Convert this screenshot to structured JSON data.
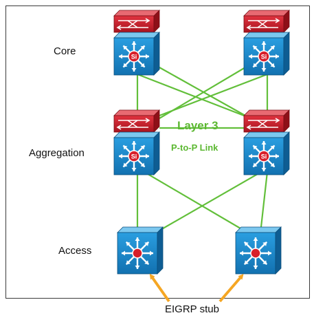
{
  "tiers": {
    "core": "Core",
    "aggregation": "Aggregation",
    "access": "Access"
  },
  "link_label": {
    "line1": "Layer 3",
    "line2": "P-to-P Link"
  },
  "note": "EIGRP stub",
  "devices": [
    {
      "tier": "core",
      "type": "multilayer-switch-with-router",
      "badge": "Si"
    },
    {
      "tier": "core",
      "type": "multilayer-switch-with-router",
      "badge": "Si"
    },
    {
      "tier": "aggregation",
      "type": "multilayer-switch-with-router",
      "badge": "Si"
    },
    {
      "tier": "aggregation",
      "type": "multilayer-switch-with-router",
      "badge": "Si"
    },
    {
      "tier": "access",
      "type": "switch"
    },
    {
      "tier": "access",
      "type": "switch"
    }
  ],
  "colors": {
    "link": "#62bf3a",
    "router": "#c8202d",
    "switch": "#1e88c8",
    "arrow": "#f5a623",
    "hub": "#d81f2a"
  }
}
